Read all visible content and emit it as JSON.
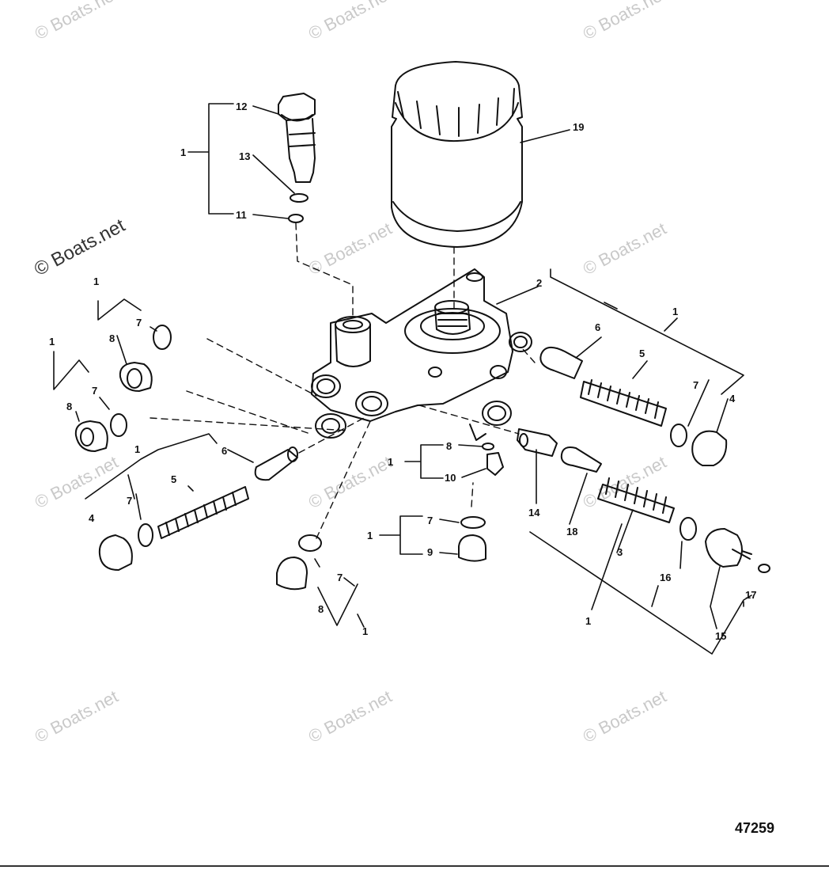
{
  "watermarks": [
    "© Boats.net",
    "© Boats.net",
    "© Boats.net",
    "© Boats.net",
    "© Boats.net",
    "© Boats.net",
    "© Boats.net",
    "© Boats.net",
    "© Boats.net",
    "© Boats.net",
    "© Boats.net",
    "© Boats.net"
  ],
  "callouts": [
    "12",
    "1",
    "13",
    "11",
    "19",
    "1",
    "7",
    "8",
    "1",
    "7",
    "8",
    "2",
    "6",
    "1",
    "5",
    "7",
    "4",
    "1",
    "5",
    "7",
    "4",
    "6",
    "8",
    "1",
    "10",
    "7",
    "1",
    "9",
    "14",
    "18",
    "3",
    "16",
    "17",
    "15",
    "1",
    "7",
    "8",
    "1"
  ],
  "document_number": "47259"
}
